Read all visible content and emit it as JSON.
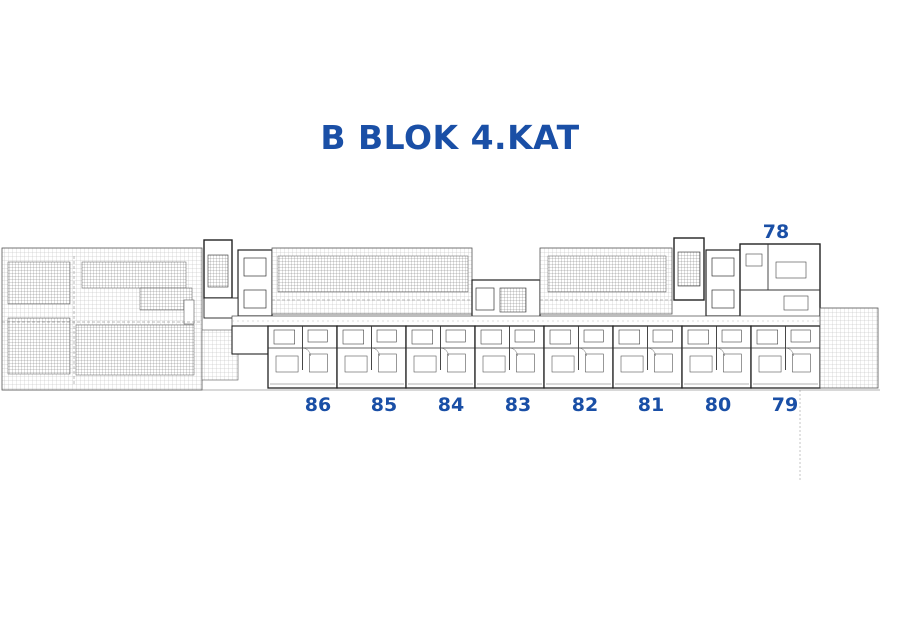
{
  "title": "B BLOK 4.KAT",
  "accent_color": "#1a4fa6",
  "units_top": [
    "78"
  ],
  "units_bottom": [
    "86",
    "85",
    "84",
    "83",
    "82",
    "81",
    "80",
    "79"
  ]
}
